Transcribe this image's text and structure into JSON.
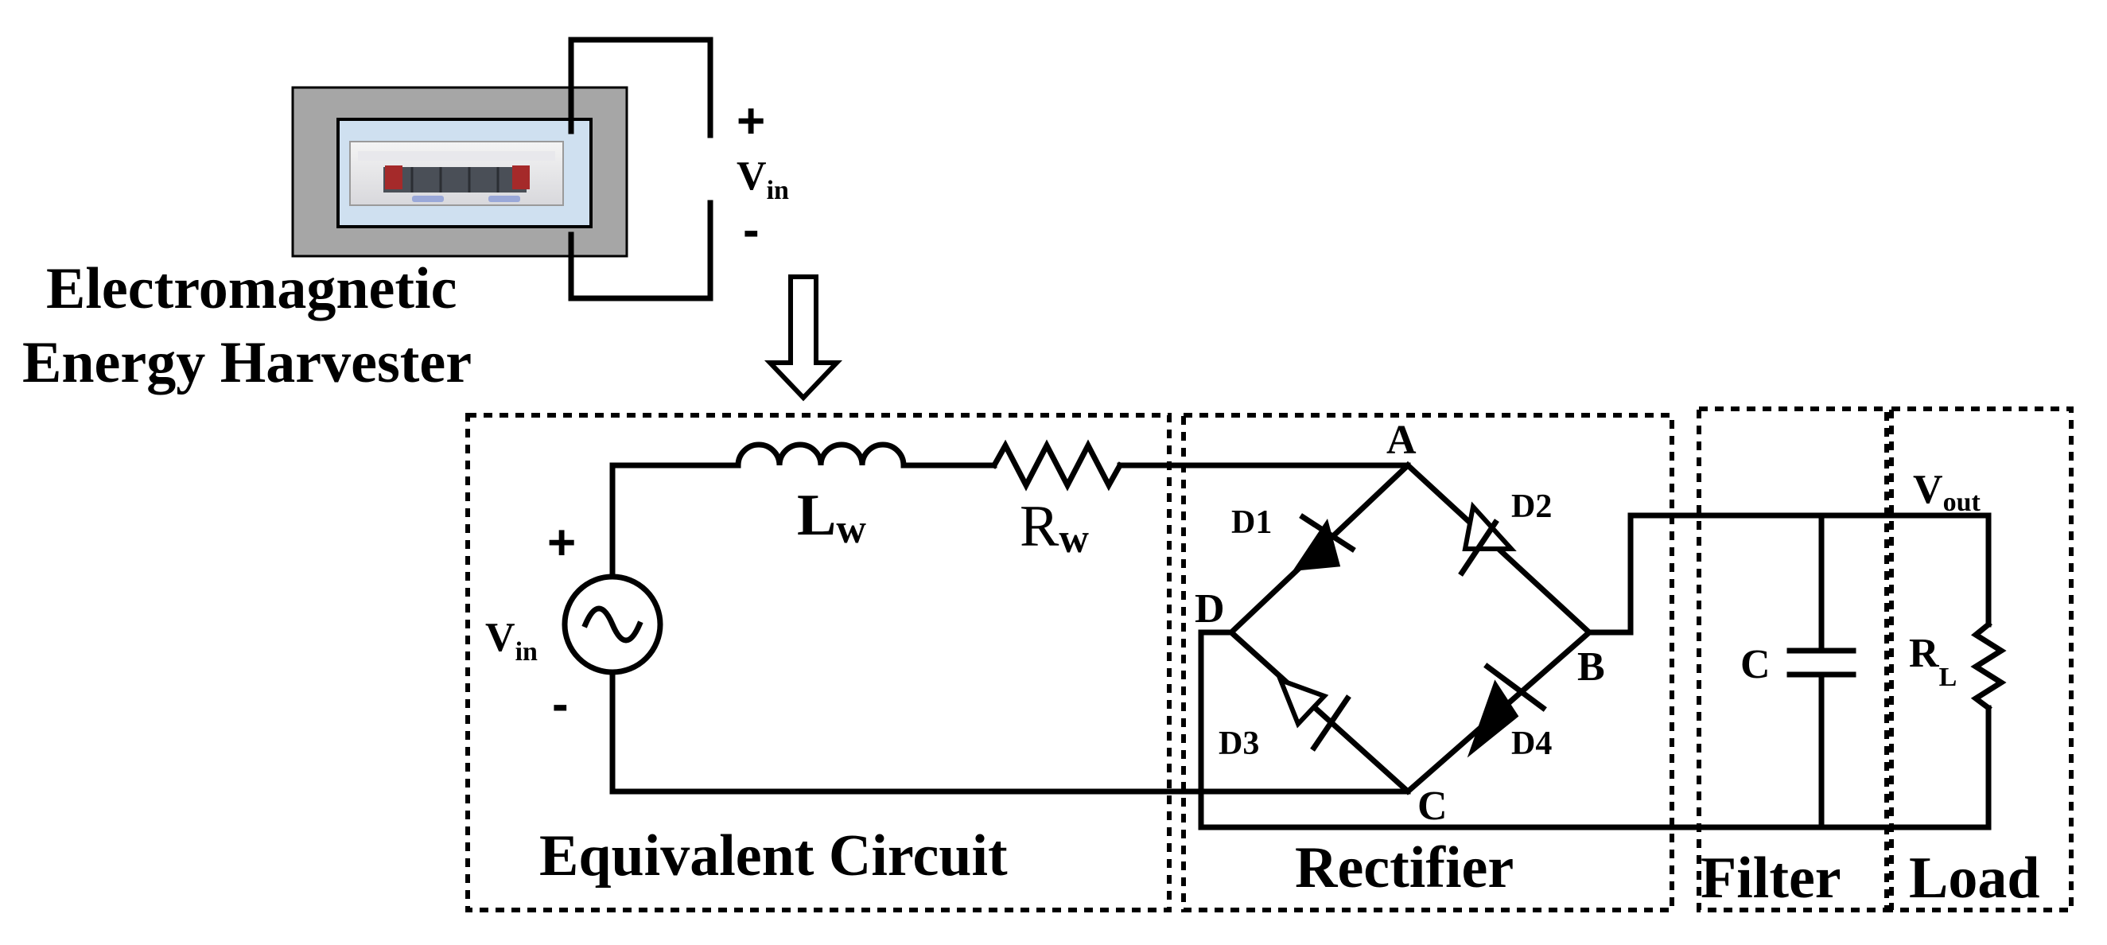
{
  "harvester": {
    "title_line1": "Electromagnetic",
    "title_line2": "Energy Harvester",
    "vin_main": "V",
    "vin_sub": "in",
    "plus": "+",
    "minus": "-"
  },
  "equivalent": {
    "label": "Equivalent Circuit",
    "plus": "+",
    "minus": "-",
    "vin_main": "V",
    "vin_sub": "in",
    "inductor_main": "L",
    "inductor_sub": "w",
    "resistor_main": "R",
    "resistor_sub": "w"
  },
  "rectifier": {
    "label": "Rectifier",
    "node_a": "A",
    "node_b": "B",
    "node_c": "C",
    "node_d": "D",
    "d1": "D1",
    "d2": "D2",
    "d3": "D3",
    "d4": "D4"
  },
  "filter": {
    "label": "Filter",
    "cap": "C"
  },
  "load": {
    "label": "Load",
    "vout_main": "V",
    "vout_sub": "out",
    "rl_main": "R",
    "rl_sub": "L"
  }
}
